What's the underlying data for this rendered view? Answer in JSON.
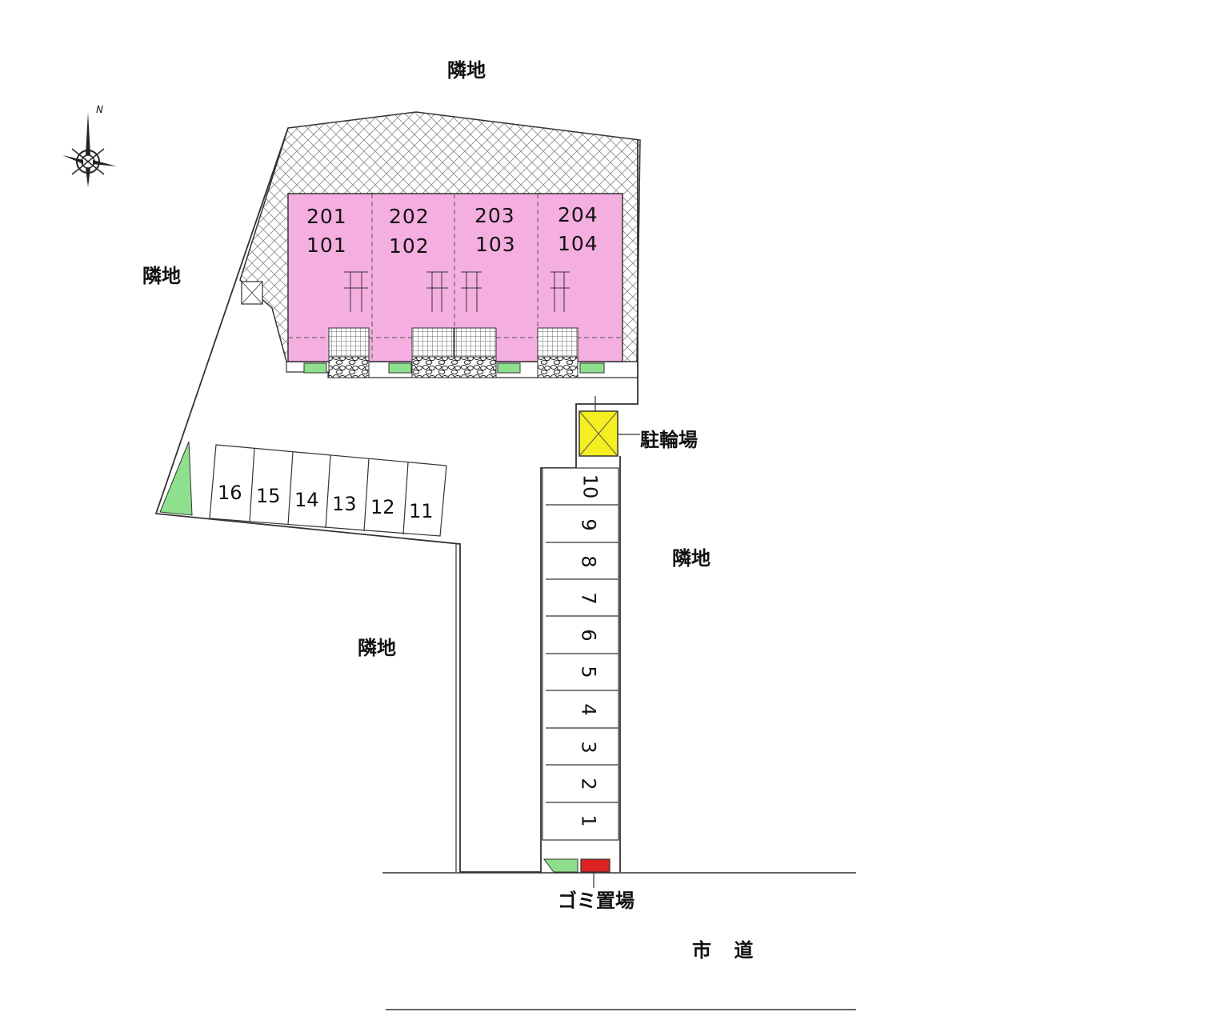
{
  "labels": {
    "neighbor_top": "隣地",
    "neighbor_left": "隣地",
    "neighbor_right": "隣地",
    "neighbor_bottom": "隣地",
    "bicycle_parking": "駐輪場",
    "garbage": "ゴミ置場",
    "road": "市 道",
    "north": "N"
  },
  "units": {
    "upper": [
      "201",
      "202",
      "203",
      "204"
    ],
    "lower": [
      "101",
      "102",
      "103",
      "104"
    ]
  },
  "parking_left": [
    "16",
    "15",
    "14",
    "13",
    "12",
    "11"
  ],
  "parking_right": [
    "10",
    "9",
    "8",
    "7",
    "6",
    "5",
    "4",
    "3",
    "2",
    "1"
  ],
  "colors": {
    "building": "#f5aee0",
    "bike": "#f5ee20",
    "garbage": "#dd2222",
    "green": "#8ee08e",
    "hatch": "#9a9a9a"
  }
}
